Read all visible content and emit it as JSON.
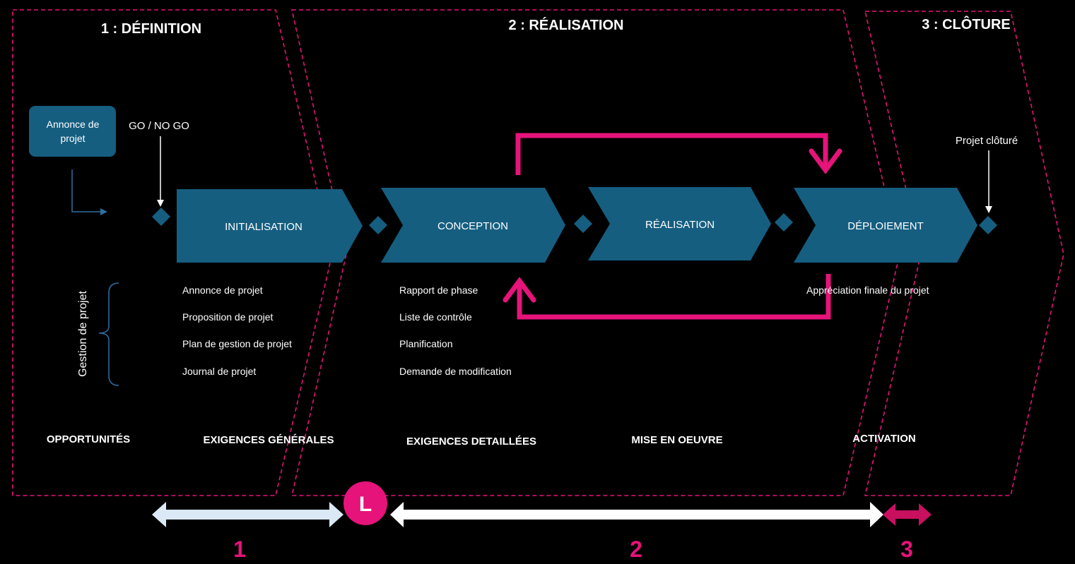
{
  "colors": {
    "background": "#000000",
    "accent": "#e6137a",
    "chevron": "#155e80",
    "arrow_light": "#dbe9f7",
    "arrow_white": "#ffffff",
    "arrow_magenta": "#c8105f"
  },
  "phases": [
    {
      "title": "1 : DÉFINITION"
    },
    {
      "title": "2 : RÉALISATION"
    },
    {
      "title": "3 : CLÔTURE"
    }
  ],
  "announce_box": {
    "line1": "Annonce de",
    "line2": "projet"
  },
  "milestones": {
    "go_nogo": "GO / NO GO",
    "closed": "Projet clôturé"
  },
  "steps": [
    {
      "label": "INITIALISATION"
    },
    {
      "label": "CONCEPTION"
    },
    {
      "label": "RÉALISATION"
    },
    {
      "label": "DÉPLOIEMENT"
    }
  ],
  "side_label": "Gestion de projet",
  "deliverables": {
    "initialisation": [
      "Annonce de projet",
      "Proposition de projet",
      "Plan de gestion de projet",
      "Journal de projet"
    ],
    "conception": [
      "Rapport de phase",
      "Liste de contrôle",
      "Planification",
      "Demande de modification"
    ],
    "deploiement": [
      "Appréciation finale du projet"
    ]
  },
  "stages": [
    "OPPORTUNITÉS",
    "EXIGENCES GÉNÉRALES",
    "EXIGENCES DETAILLÉES",
    "MISE EN OEUVRE",
    "ACTIVATION"
  ],
  "circle_marker": "L",
  "timeline_numbers": [
    "1",
    "2",
    "3"
  ]
}
